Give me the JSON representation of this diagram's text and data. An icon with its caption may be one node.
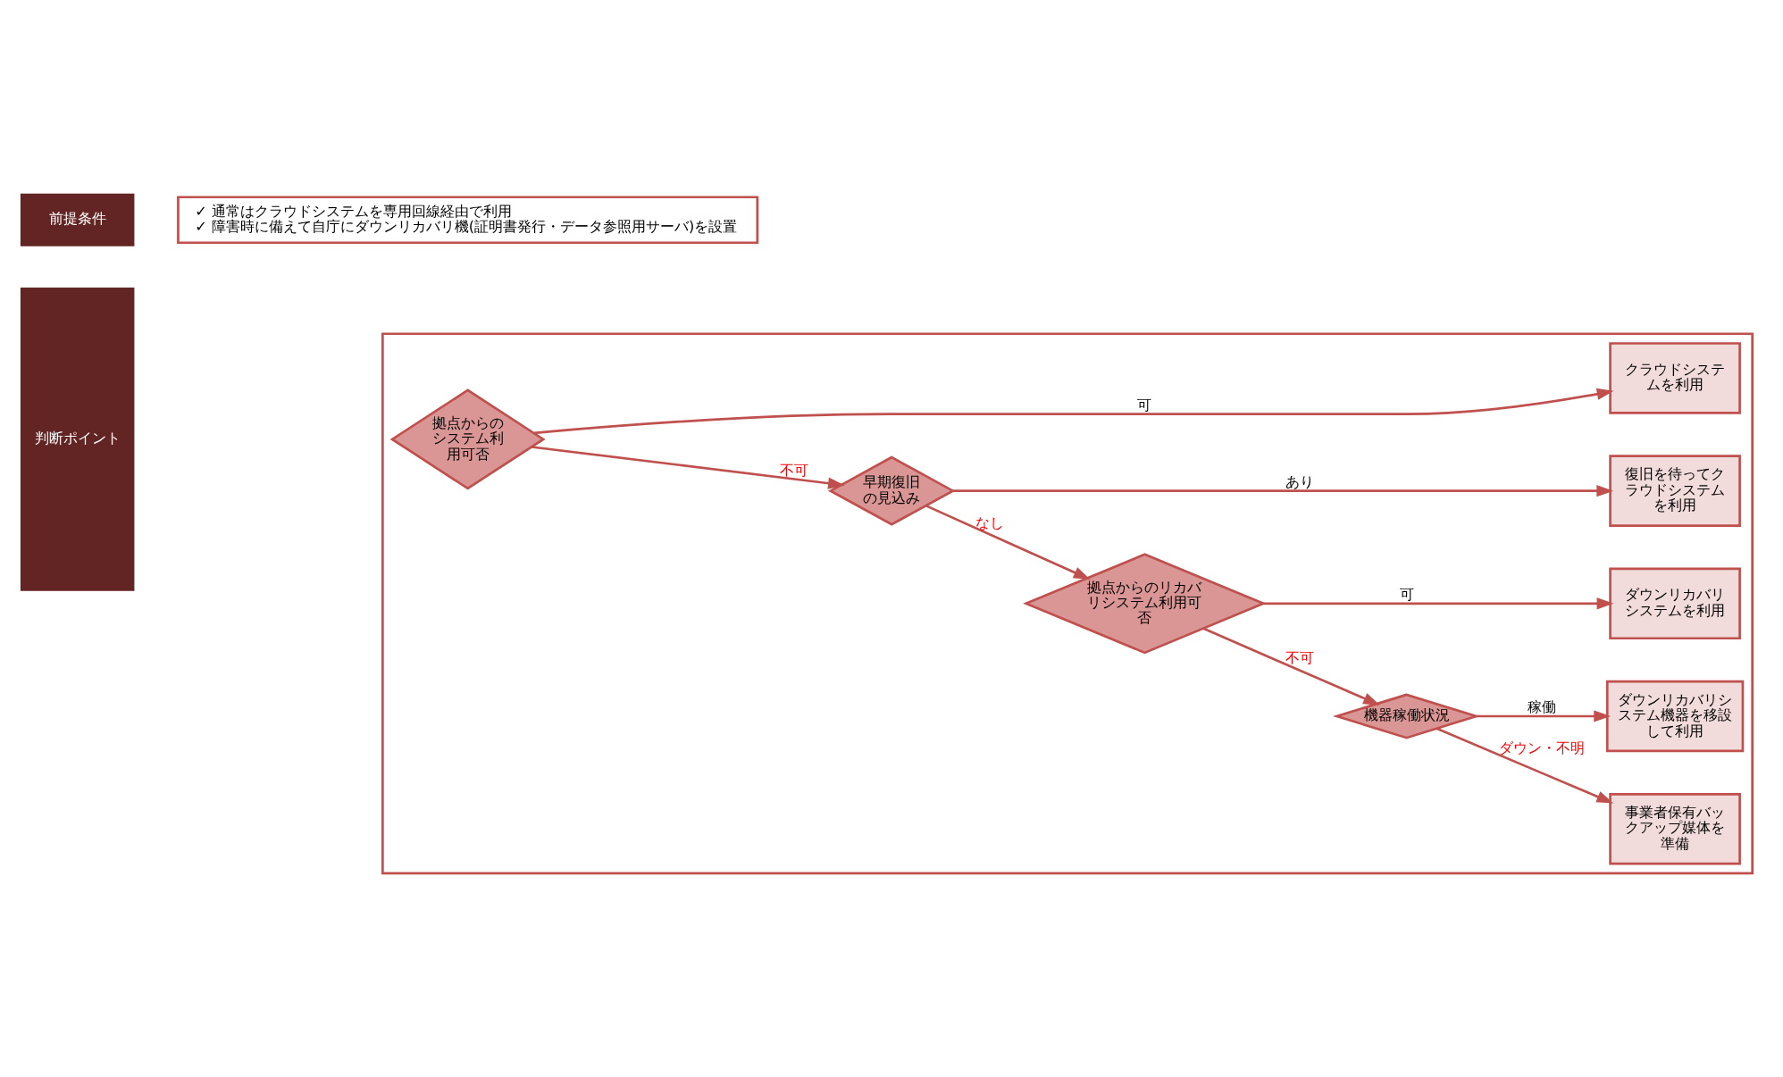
{
  "diagram": {
    "nodes": [
      {
        "text": [
          "前提条件"
        ]
      },
      {
        "text": [
          "✓ 通常はクラウドシステムを専用回線経由で利用",
          "✓ 障害時に備えて自庁にダウンリカバリ機(証明書発行・データ参照用サーバ)を設置"
        ]
      },
      {
        "text": [
          "判断ポイント"
        ]
      },
      {
        "text": [],
        "shape": "box"
      },
      {
        "text": [
          "拠点からのシステム利用可否"
        ],
        "in": 3
      },
      {
        "text": [
          "クラウドシステムを利用"
        ],
        "in": 3
      },
      {
        "text": [
          "早期復旧の見込み"
        ],
        "in": 3
      },
      {
        "text": [
          "復旧を待ってクラウドシステムを利用"
        ],
        "in": 3
      },
      {
        "text": [
          "拠点からのリカバリシステム利用可否"
        ],
        "in": 3
      },
      {
        "text": [
          "ダウンリカバリシステムを利用"
        ],
        "in": 3
      },
      {
        "text": [
          "機器稼働状況"
        ],
        "in": 3
      },
      {
        "text": [
          "ダウンリカバリシステム機器を移設して利用"
        ],
        "in": 3
      },
      {
        "text": [
          "事業者保有バックアップ媒体を準備"
        ],
        "in": 3
      }
    ],
    "edges": [
      {
        "from": 4,
        "to": 5,
        "arrow": "to",
        "label": "可"
      },
      {
        "from": 4,
        "to": 6,
        "arrow": "to",
        "label": "不可"
      },
      {
        "from": 6,
        "to": 7,
        "arrow": "to",
        "label": "あり"
      },
      {
        "from": 6,
        "to": 8,
        "arrow": "to",
        "label": "なし"
      },
      {
        "from": 8,
        "to": 9,
        "arrow": "to",
        "label": "可"
      },
      {
        "from": 8,
        "to": 10,
        "arrow": "to",
        "label": "不可"
      },
      {
        "from": 10,
        "to": 11,
        "arrow": "to",
        "label": "稼働"
      },
      {
        "from": 10,
        "to": 12,
        "arrow": "to",
        "label": "ダウン・不明"
      }
    ]
  }
}
